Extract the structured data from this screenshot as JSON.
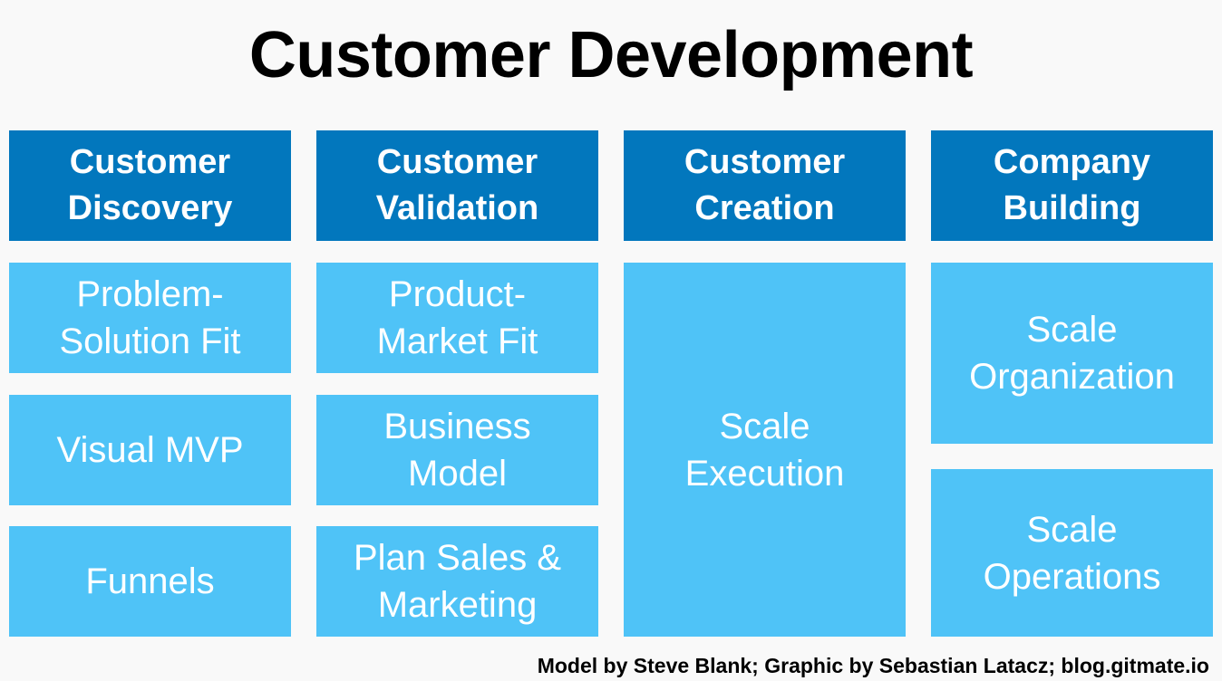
{
  "title": "Customer Development",
  "columns": [
    {
      "header": "Customer\nDiscovery",
      "items": [
        "Problem-\nSolution Fit",
        "Visual MVP",
        "Funnels"
      ]
    },
    {
      "header": "Customer\nValidation",
      "items": [
        "Product-\nMarket Fit",
        "Business\nModel",
        "Plan Sales &\nMarketing"
      ]
    },
    {
      "header": "Customer\nCreation",
      "items": [
        "Scale\nExecution"
      ]
    },
    {
      "header": "Company\nBuilding",
      "items": [
        "Scale\nOrganization",
        "Scale\nOperations"
      ]
    }
  ],
  "footer": "Model by Steve Blank; Graphic by Sebastian Latacz; blog.gitmate.io",
  "colors": {
    "header_fill": "#0277bd",
    "item_fill": "#4fc3f7",
    "text_on_boxes": "#ffffff",
    "background": "#f9f9f9"
  }
}
